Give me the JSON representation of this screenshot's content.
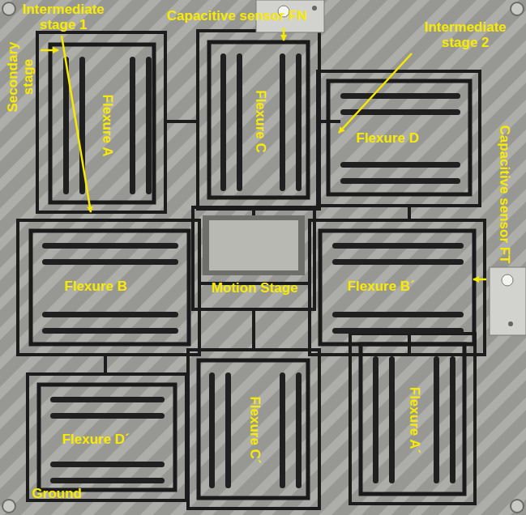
{
  "diagram": {
    "labels": [
      "Intermediate stage 1",
      "Secondary stage",
      "Capacitive sensor FN",
      "Intermediate stage 2",
      "Flexure A",
      "Flexure C",
      "Flexure D",
      "Capacitive sensor FT",
      "Flexure B",
      "Motion Stage",
      "Flexure B´",
      "Flexure D´",
      "Flexure C´",
      "Flexure A´",
      "Ground"
    ]
  }
}
